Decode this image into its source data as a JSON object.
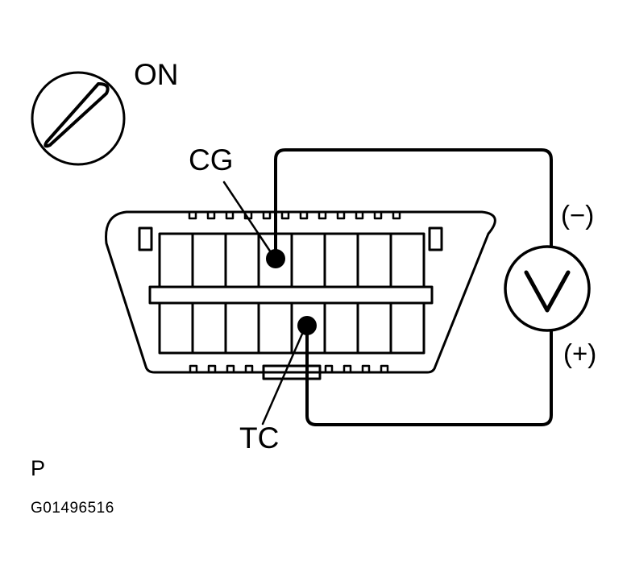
{
  "ignition": {
    "state_label": "ON"
  },
  "connector": {
    "pin_cg_label": "CG",
    "pin_tc_label": "TC"
  },
  "voltmeter": {
    "symbol": "V",
    "negative_label": "(−)",
    "positive_label": "(+)"
  },
  "footer": {
    "position_label": "P",
    "figure_code": "G01496516"
  },
  "colors": {
    "line": "#000000",
    "background": "#ffffff"
  }
}
